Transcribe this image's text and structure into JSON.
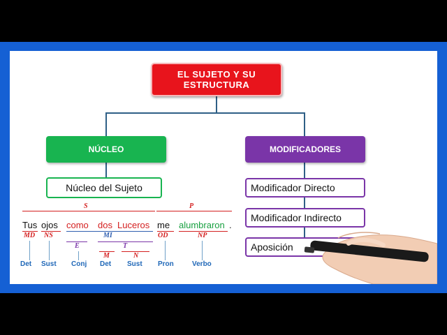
{
  "diagram": {
    "title": "EL SUJETO Y SU ESTRUCTURA",
    "nucleo": {
      "header": "NÚCLEO",
      "item": "Núcleo del Sujeto"
    },
    "modificadores": {
      "header": "MODIFICADORES",
      "items": [
        "Modificador Directo",
        "Modificador Indirecto",
        "Aposición"
      ]
    }
  },
  "sentence": {
    "words": [
      "Tus",
      "ojos",
      "como",
      "dos",
      "Luceros",
      "me",
      "alumbraron",
      "."
    ],
    "labels": {
      "S": "S",
      "P": "P",
      "MD": "MD",
      "NS": "NS",
      "MI": "MI",
      "OD": "OD",
      "NP": "NP",
      "E": "E",
      "T": "T",
      "M": "M",
      "N": "N"
    },
    "pos": [
      "Det",
      "Sust",
      "Conj",
      "Det",
      "Sust",
      "Pron",
      "Verbo"
    ]
  },
  "colors": {
    "title_bg": "#e8141c",
    "nucleo": "#18b450",
    "modificadores": "#7a35a8",
    "frame": "#1560d4",
    "connector": "#2e5f86"
  }
}
